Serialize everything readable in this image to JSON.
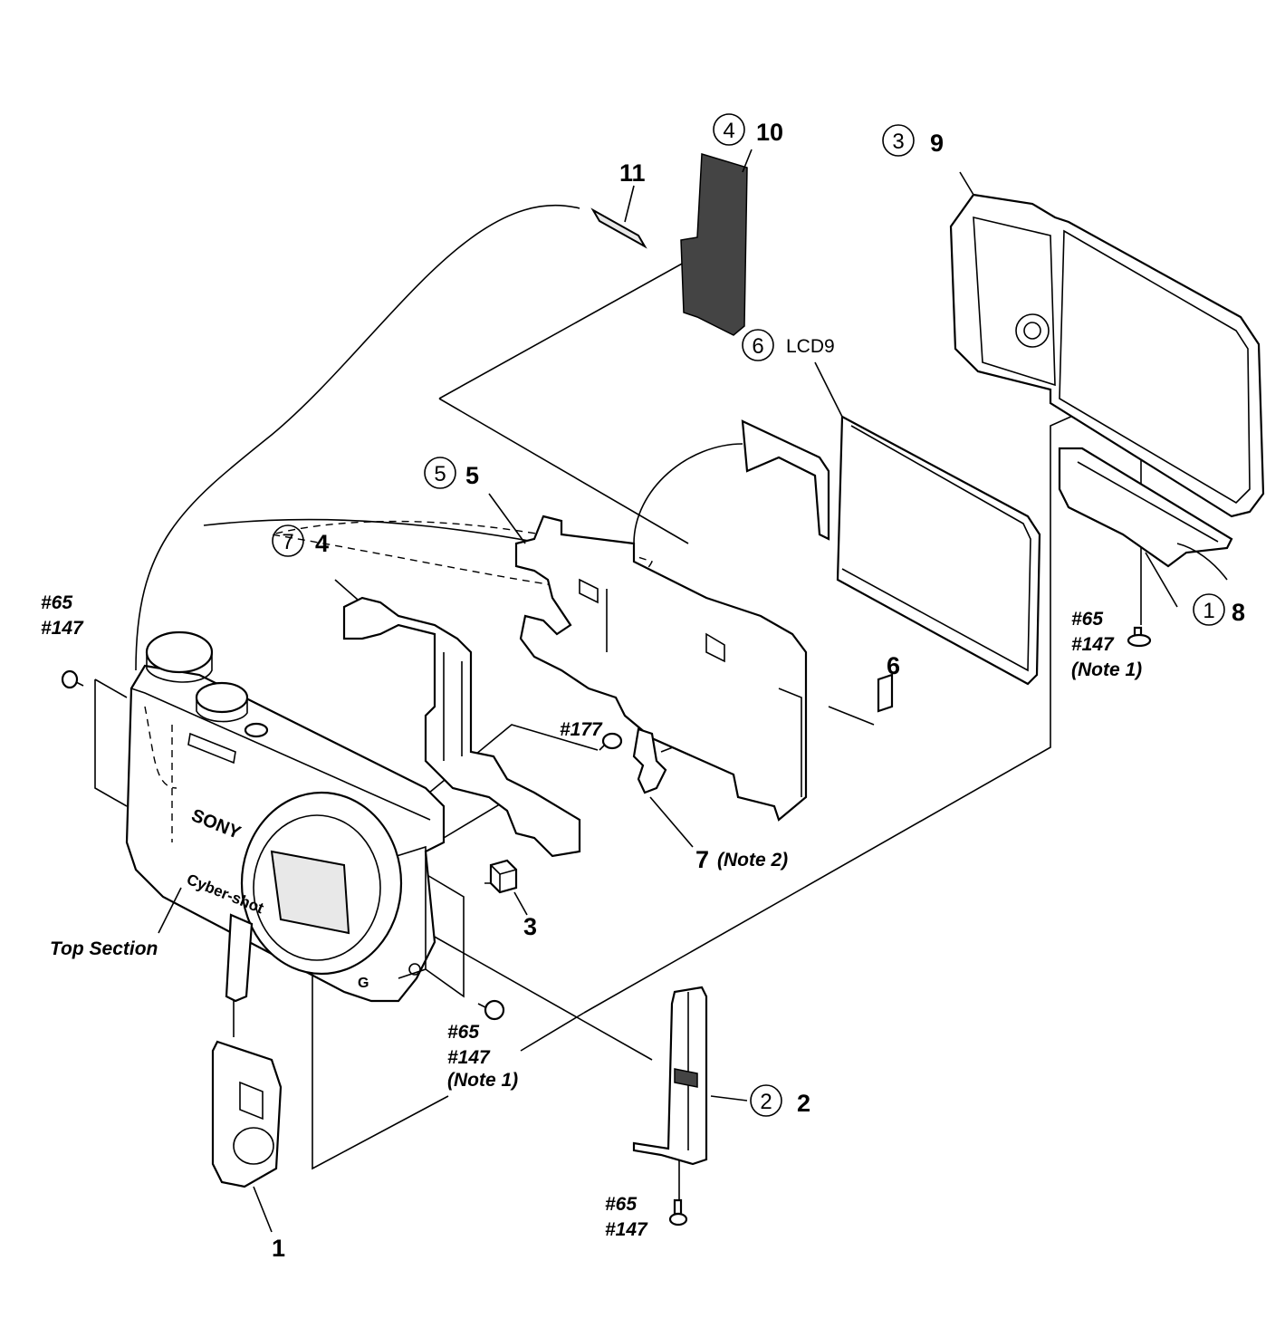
{
  "callouts": [
    {
      "id": "c1",
      "circle": "1",
      "part": "8"
    },
    {
      "id": "c2",
      "circle": "2",
      "part": "2"
    },
    {
      "id": "c3",
      "circle": "3",
      "part": "9"
    },
    {
      "id": "c4",
      "circle": "4",
      "part": "10"
    },
    {
      "id": "c5",
      "circle": "5",
      "part": "5"
    },
    {
      "id": "c6",
      "circle": "6",
      "part": "LCD9"
    },
    {
      "id": "c7",
      "circle": "7",
      "part": "4"
    }
  ],
  "labels": {
    "part_1": "1",
    "part_3": "3",
    "part_6": "6",
    "part_7": "7",
    "part_11": "11",
    "note_2": "(Note 2)",
    "top_section": "Top Section",
    "screw_177": "#177",
    "screw_left_65": "#65",
    "screw_left_147": "#147",
    "screw_right_65": "#65",
    "screw_right_147": "#147",
    "screw_right_note": "(Note 1)",
    "screw_mid_65": "#65",
    "screw_mid_147": "#147",
    "screw_mid_note": "(Note 1)",
    "screw_bottom_65": "#65",
    "screw_bottom_147": "#147"
  },
  "camera_markings": {
    "brand": "SONY",
    "model": "Cyber-shot",
    "lens_mark": "G"
  }
}
